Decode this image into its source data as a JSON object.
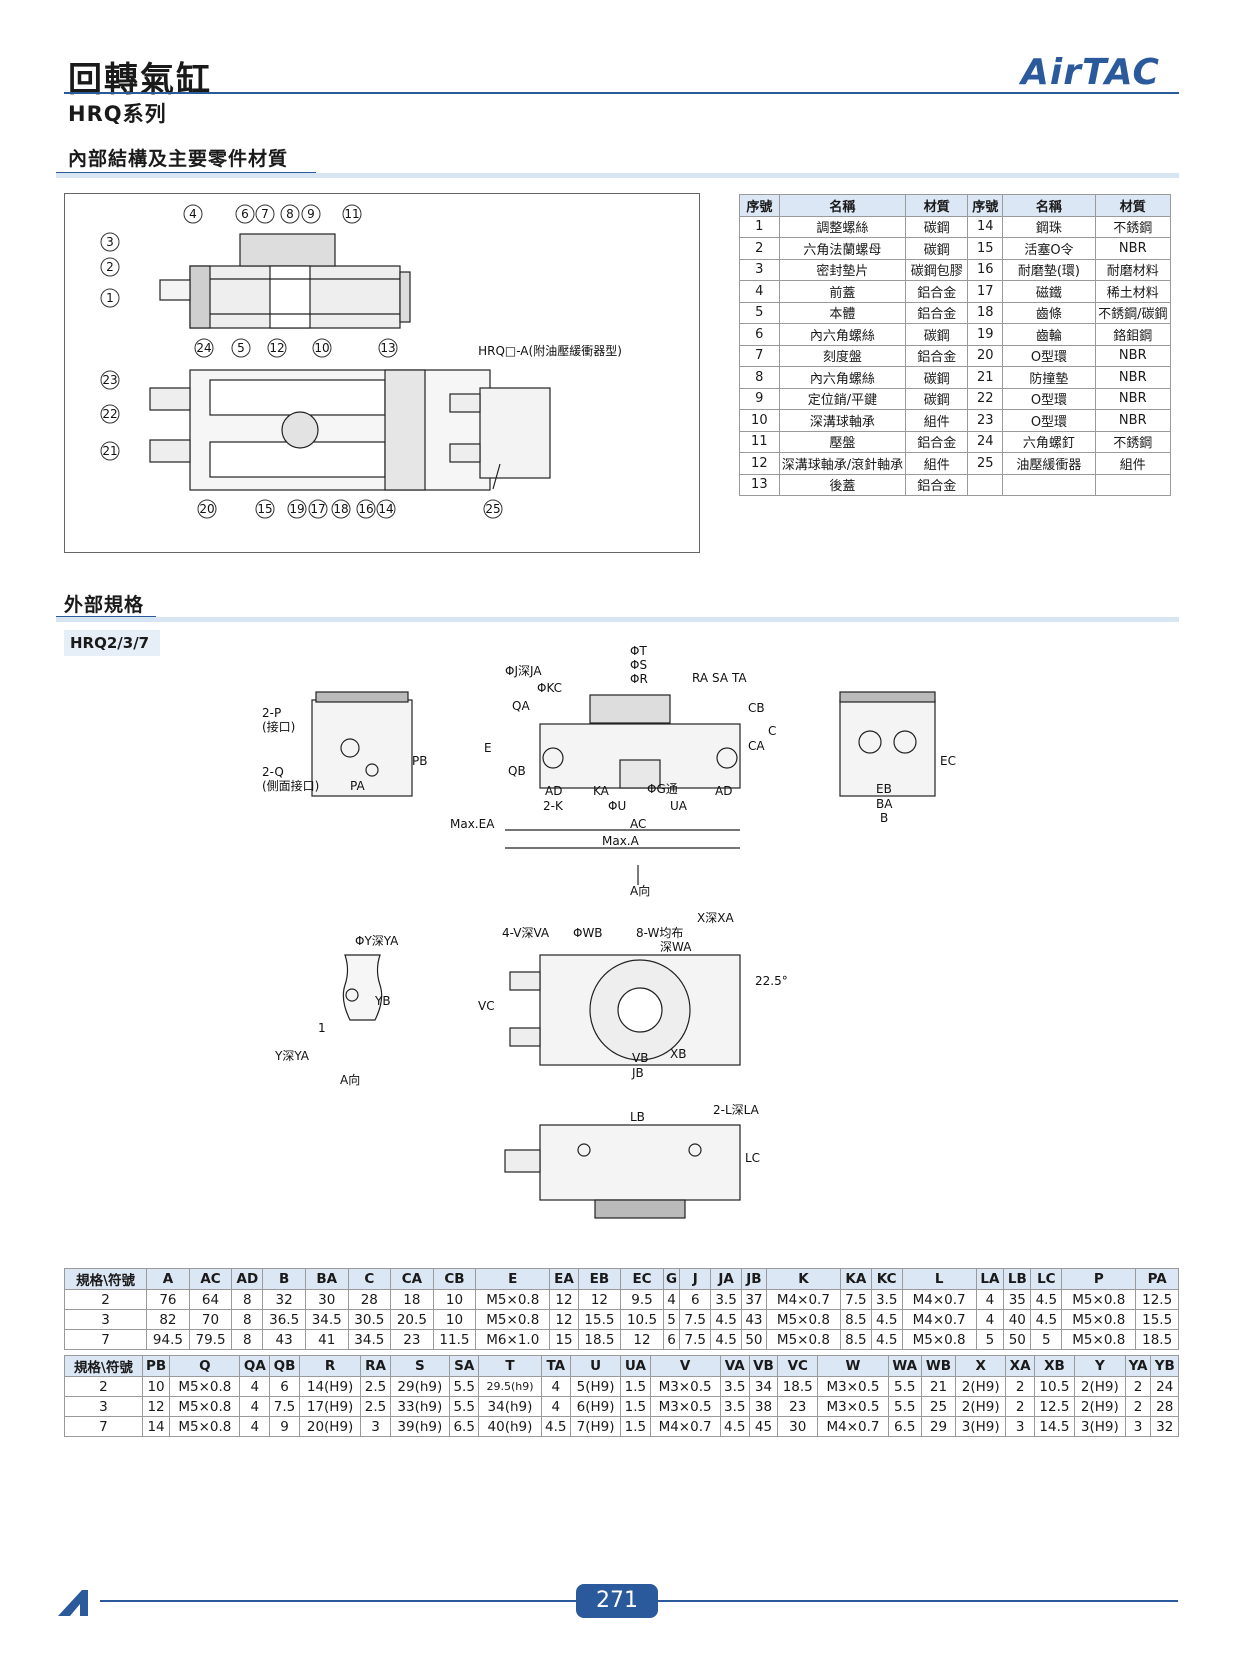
{
  "header": {
    "title": "回轉氣缸",
    "series": "HRQ系列",
    "brand": "AirTAC",
    "brand_color": "#2b5a9c"
  },
  "section_internal": {
    "title": "內部結構及主要零件材質"
  },
  "section_external": {
    "title": "外部規格",
    "model": "HRQ2/3/7"
  },
  "diagram_internal": {
    "callouts_top": [
      "4",
      "6",
      "7",
      "8",
      "9",
      "11"
    ],
    "callouts_left": [
      "3",
      "2",
      "1",
      "23",
      "22",
      "21"
    ],
    "callouts_mid": [
      "24",
      "5",
      "12",
      "10",
      "13"
    ],
    "callouts_bottom": [
      "20",
      "15",
      "19",
      "17",
      "18",
      "16",
      "14"
    ],
    "callout_25": "25",
    "variant_label": "HRQ□-A(附油壓緩衝器型)"
  },
  "parts_table": {
    "headers": [
      "序號",
      "名稱",
      "材質",
      "序號",
      "名稱",
      "材質"
    ],
    "rows": [
      [
        "1",
        "調整螺絲",
        "碳鋼",
        "14",
        "鋼珠",
        "不銹鋼"
      ],
      [
        "2",
        "六角法蘭螺母",
        "碳鋼",
        "15",
        "活塞O令",
        "NBR"
      ],
      [
        "3",
        "密封墊片",
        "碳鋼包膠",
        "16",
        "耐磨墊(環)",
        "耐磨材料"
      ],
      [
        "4",
        "前蓋",
        "鋁合金",
        "17",
        "磁鐵",
        "稀土材料"
      ],
      [
        "5",
        "本體",
        "鋁合金",
        "18",
        "齒條",
        "不銹鋼/碳鋼"
      ],
      [
        "6",
        "內六角螺絲",
        "碳鋼",
        "19",
        "齒輪",
        "鉻鉬鋼"
      ],
      [
        "7",
        "刻度盤",
        "鋁合金",
        "20",
        "O型環",
        "NBR"
      ],
      [
        "8",
        "內六角螺絲",
        "碳鋼",
        "21",
        "防撞墊",
        "NBR"
      ],
      [
        "9",
        "定位銷/平鍵",
        "碳鋼",
        "22",
        "O型環",
        "NBR"
      ],
      [
        "10",
        "深溝球軸承",
        "組件",
        "23",
        "O型環",
        "NBR"
      ],
      [
        "11",
        "壓盤",
        "鋁合金",
        "24",
        "六角螺釘",
        "不銹鋼"
      ],
      [
        "12",
        "深溝球軸承/滾針軸承",
        "組件",
        "25",
        "油壓緩衝器",
        "組件"
      ],
      [
        "13",
        "後蓋",
        "鋁合金",
        "",
        "",
        ""
      ]
    ]
  },
  "diagram_external": {
    "labels_side": [
      "2-P",
      "(接口)",
      "2-Q",
      "(側面接口)",
      "PA",
      "PB"
    ],
    "labels_front": [
      "ΦT",
      "ΦS",
      "ΦR",
      "ΦJ深JA",
      "ΦKC",
      "QA",
      "RA",
      "SA",
      "TA",
      "CB",
      "CA",
      "C",
      "E",
      "QB",
      "AD",
      "KA",
      "ΦG通",
      "AD",
      "2-K",
      "ΦU",
      "UA",
      "Max.EA",
      "AC",
      "Max.A",
      "A向"
    ],
    "labels_right": [
      "EB",
      "BA",
      "B",
      "EC"
    ],
    "labels_top": [
      "X深XA",
      "4-V深VA",
      "ΦWB",
      "8-W均布",
      "深WA",
      "VC",
      "22.5°",
      "VB",
      "JB",
      "XB"
    ],
    "labels_detail": [
      "ΦY深YA",
      "YB",
      "1",
      "Y深YA",
      "A向"
    ],
    "labels_bottom": [
      "LB",
      "2-L深LA",
      "LC"
    ]
  },
  "dim_table_1": {
    "headers": [
      "規格\\符號",
      "A",
      "AC",
      "AD",
      "B",
      "BA",
      "C",
      "CA",
      "CB",
      "E",
      "EA",
      "EB",
      "EC",
      "G",
      "J",
      "JA",
      "JB",
      "K",
      "KA",
      "KC",
      "L",
      "LA",
      "LB",
      "LC",
      "P",
      "PA"
    ],
    "rows": [
      [
        "2",
        "76",
        "64",
        "8",
        "32",
        "30",
        "28",
        "18",
        "10",
        "M5×0.8",
        "12",
        "12",
        "9.5",
        "4",
        "6",
        "3.5",
        "37",
        "M4×0.7",
        "7.5",
        "3.5",
        "M4×0.7",
        "4",
        "35",
        "4.5",
        "M5×0.8",
        "12.5"
      ],
      [
        "3",
        "82",
        "70",
        "8",
        "36.5",
        "34.5",
        "30.5",
        "20.5",
        "10",
        "M5×0.8",
        "12",
        "15.5",
        "10.5",
        "5",
        "7.5",
        "4.5",
        "43",
        "M5×0.8",
        "8.5",
        "4.5",
        "M4×0.7",
        "4",
        "40",
        "4.5",
        "M5×0.8",
        "15.5"
      ],
      [
        "7",
        "94.5",
        "79.5",
        "8",
        "43",
        "41",
        "34.5",
        "23",
        "11.5",
        "M6×1.0",
        "15",
        "18.5",
        "12",
        "6",
        "7.5",
        "4.5",
        "50",
        "M5×0.8",
        "8.5",
        "4.5",
        "M5×0.8",
        "5",
        "50",
        "5",
        "M5×0.8",
        "18.5"
      ]
    ]
  },
  "dim_table_2": {
    "headers": [
      "規格\\符號",
      "PB",
      "Q",
      "QA",
      "QB",
      "R",
      "RA",
      "S",
      "SA",
      "T",
      "TA",
      "U",
      "UA",
      "V",
      "VA",
      "VB",
      "VC",
      "W",
      "WA",
      "WB",
      "X",
      "XA",
      "XB",
      "Y",
      "YA",
      "YB"
    ],
    "rows": [
      [
        "2",
        "10",
        "M5×0.8",
        "4",
        "6",
        "14(H9)",
        "2.5",
        "29(h9)",
        "5.5",
        "29.5(h9)",
        "4",
        "5(H9)",
        "1.5",
        "M3×0.5",
        "3.5",
        "34",
        "18.5",
        "M3×0.5",
        "5.5",
        "21",
        "2(H9)",
        "2",
        "10.5",
        "2(H9)",
        "2",
        "24"
      ],
      [
        "3",
        "12",
        "M5×0.8",
        "4",
        "7.5",
        "17(H9)",
        "2.5",
        "33(h9)",
        "5.5",
        "34(h9)",
        "4",
        "6(H9)",
        "1.5",
        "M3×0.5",
        "3.5",
        "38",
        "23",
        "M3×0.5",
        "5.5",
        "25",
        "2(H9)",
        "2",
        "12.5",
        "2(H9)",
        "2",
        "28"
      ],
      [
        "7",
        "14",
        "M5×0.8",
        "4",
        "9",
        "20(H9)",
        "3",
        "39(h9)",
        "6.5",
        "40(h9)",
        "4.5",
        "7(H9)",
        "1.5",
        "M4×0.7",
        "4.5",
        "45",
        "30",
        "M4×0.7",
        "6.5",
        "29",
        "3(H9)",
        "3",
        "14.5",
        "3(H9)",
        "3",
        "32"
      ]
    ]
  },
  "footer": {
    "page": "271"
  }
}
